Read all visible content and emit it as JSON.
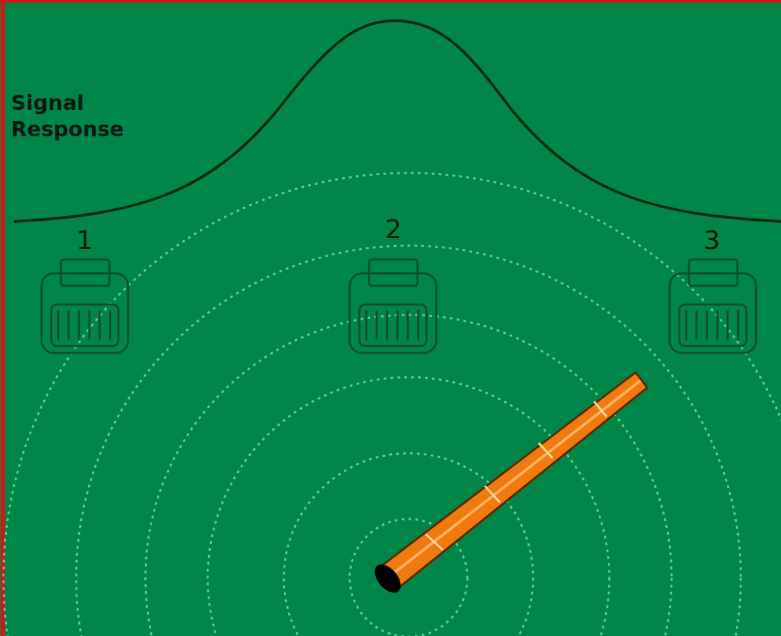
{
  "diagram": {
    "labels": [
      "Signal Response",
      "1",
      "2",
      "3"
    ]
  }
}
